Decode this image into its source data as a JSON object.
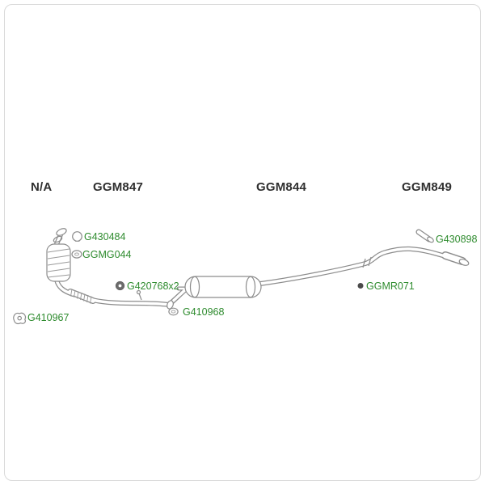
{
  "colors": {
    "background": "#ffffff",
    "border": "#d9d9d9",
    "section_label": "#2f2f2f",
    "part_label_green": "#2e8b2e",
    "drawing_stroke": "#8c8c8c"
  },
  "sections": [
    {
      "label": "N/A"
    },
    {
      "label": "GGM847"
    },
    {
      "label": "GGM844"
    },
    {
      "label": "GGM849"
    }
  ],
  "parts": [
    {
      "label": "G430484"
    },
    {
      "label": "GGMG044"
    },
    {
      "label": "G420768x2"
    },
    {
      "label": "G410967"
    },
    {
      "label": "G410968"
    },
    {
      "label": "GGMR071"
    },
    {
      "label": "G430898"
    }
  ]
}
